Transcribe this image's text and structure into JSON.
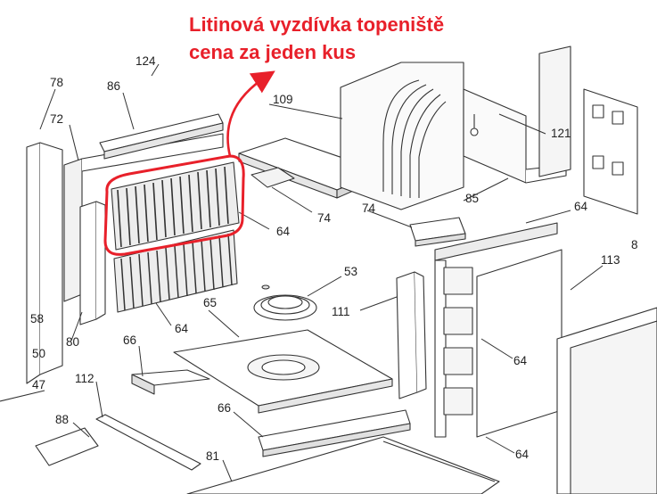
{
  "caption": {
    "line1": "Litinová vyzdívka topeniště",
    "line2": "cena za jeden kus",
    "color": "#e8202a"
  },
  "colors": {
    "line": "#333333",
    "fill": "#ffffff",
    "shade": "#d8d8d8",
    "highlight": "#e8202a"
  },
  "part_labels": [
    "124",
    "78",
    "86",
    "72",
    "109",
    "121",
    "85",
    "74",
    "74",
    "64",
    "64",
    "64",
    "53",
    "65",
    "111",
    "113",
    "8",
    "58",
    "50",
    "80",
    "66",
    "47",
    "112",
    "88",
    "66",
    "81",
    "64",
    "64"
  ]
}
